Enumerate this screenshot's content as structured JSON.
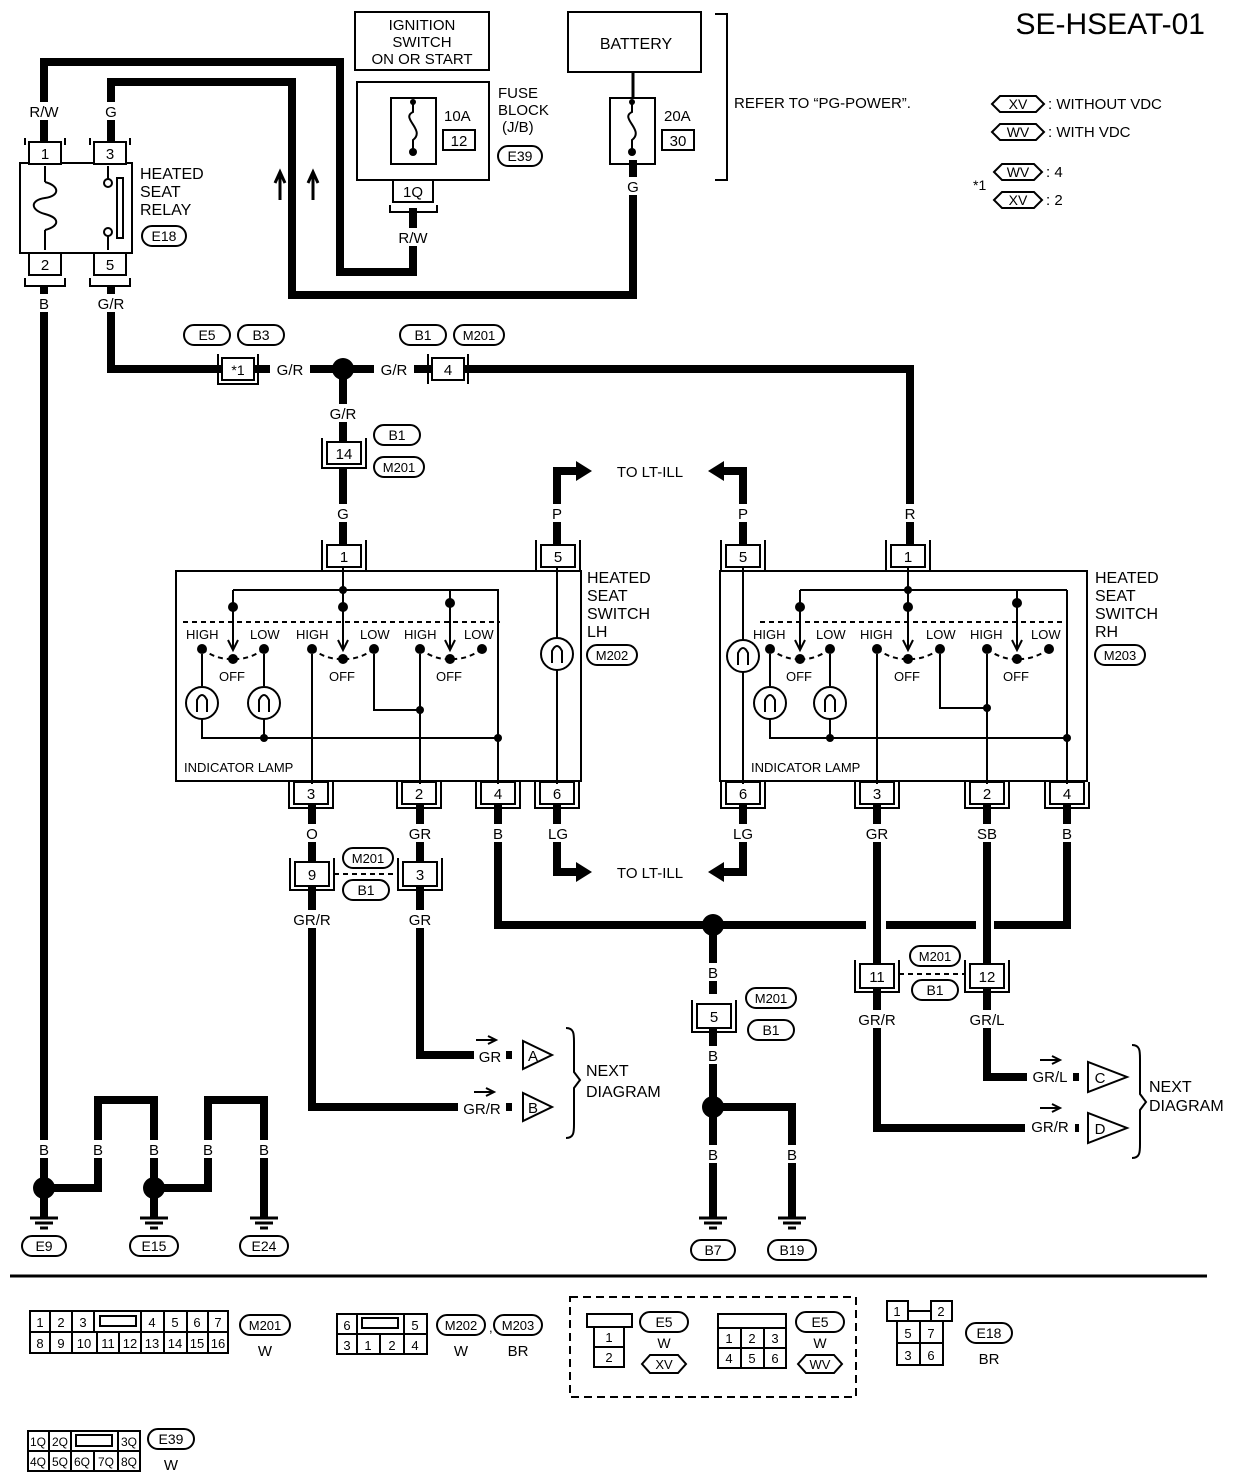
{
  "title": "SE-HSEAT-01",
  "components": {
    "ignition_switch": [
      "IGNITION",
      "SWITCH",
      "ON OR START"
    ],
    "battery": "BATTERY",
    "fuse_block": {
      "label": [
        "FUSE",
        "BLOCK",
        "(J/B)"
      ],
      "amps": "10A",
      "fuse_no": "12",
      "connector": "E39",
      "terminal": "1Q"
    },
    "battery_fuse": {
      "amps": "20A",
      "fuse_no": "30"
    },
    "refer_note": "REFER TO “PG-POWER”.",
    "relay": {
      "label": [
        "HEATED",
        "SEAT",
        "RELAY"
      ],
      "connector": "E18",
      "terminals": [
        "1",
        "3",
        "2",
        "5"
      ]
    },
    "switch_lh": {
      "label": [
        "HEATED",
        "SEAT",
        "SWITCH",
        "LH"
      ],
      "connector": "M202",
      "indicator": "INDICATOR LAMP",
      "top_terms": [
        "1",
        "5"
      ],
      "bottom_terms": [
        "3",
        "2",
        "4",
        "6"
      ]
    },
    "switch_rh": {
      "label": [
        "HEATED",
        "SEAT",
        "SWITCH",
        "RH"
      ],
      "connector": "M203",
      "indicator": "INDICATOR LAMP",
      "top_terms": [
        "5",
        "1"
      ],
      "bottom_terms": [
        "6",
        "3",
        "2",
        "4"
      ]
    }
  },
  "switch_positions": {
    "high": "HIGH",
    "low": "LOW",
    "off": "OFF"
  },
  "legend": {
    "xv": "XV",
    "wv": "WV",
    "without_vdc": ": WITHOUT VDC",
    "with_vdc": ": WITH VDC",
    "note_mark": "*1",
    "wv_value": ": 4",
    "xv_value": ": 2"
  },
  "wire_colors": {
    "rw": "R/W",
    "g": "G",
    "b": "B",
    "gr_r_relay": "G/R",
    "gr": "G/R",
    "p": "P",
    "r": "R",
    "o": "O",
    "grn": "GR",
    "lg": "LG",
    "sb": "SB",
    "grr": "GR/R",
    "grl": "GR/L"
  },
  "connectors": {
    "e5": "E5",
    "b3": "B3",
    "b1": "B1",
    "m201": "M201",
    "star1": "*1",
    "c4": "4",
    "c14": "14",
    "c9": "9",
    "c3": "3",
    "c11": "11",
    "c12": "12",
    "c5": "5"
  },
  "to_lt_ill": "TO LT-ILL",
  "next_diagram": [
    "NEXT",
    "DIAGRAM"
  ],
  "next_letters": [
    "A",
    "B",
    "C",
    "D"
  ],
  "grounds": [
    "E9",
    "E15",
    "E24",
    "B7",
    "B19"
  ],
  "connector_faces": {
    "m201": {
      "name": "M201",
      "color": "W",
      "row1": [
        "1",
        "2",
        "3",
        "4",
        "5",
        "6",
        "7"
      ],
      "row2": [
        "8",
        "9",
        "10",
        "11",
        "12",
        "13",
        "14",
        "15",
        "16"
      ]
    },
    "m202": {
      "names": "M202 , M203",
      "n1": "M202",
      "n2": "M203",
      "c1": "W",
      "c2": "BR",
      "row1": [
        "6",
        "5"
      ],
      "row2": [
        "3",
        "1",
        "2",
        "4"
      ]
    },
    "e5a": {
      "name": "E5",
      "color": "W",
      "variant": "XV",
      "cells": [
        "1",
        "2"
      ]
    },
    "e5b": {
      "name": "E5",
      "color": "W",
      "variant": "WV",
      "row1": [
        "1",
        "2",
        "3"
      ],
      "row2": [
        "4",
        "5",
        "6"
      ]
    },
    "e18": {
      "name": "E18",
      "color": "BR",
      "row1": [
        "1",
        "2"
      ],
      "row2": [
        "5",
        "7"
      ],
      "row3": [
        "3",
        "6"
      ]
    },
    "e39": {
      "name": "E39",
      "color": "W",
      "row1": [
        "1Q",
        "2Q",
        "3Q"
      ],
      "row2": [
        "4Q",
        "5Q",
        "6Q",
        "7Q",
        "8Q"
      ]
    }
  }
}
